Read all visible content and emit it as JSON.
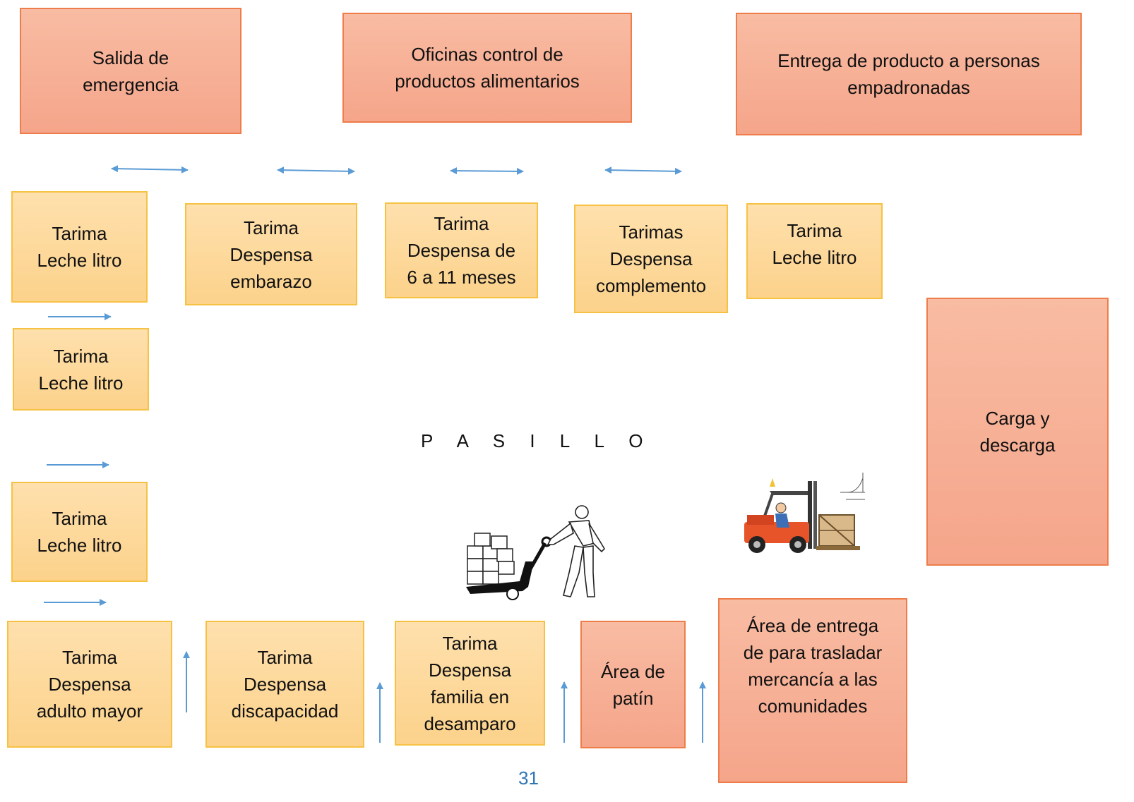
{
  "boxes": {
    "salida": [
      "Salida de",
      "emergencia"
    ],
    "oficinas": [
      "Oficinas control de",
      "productos alimentarios"
    ],
    "entrega": [
      "Entrega de producto a personas",
      "empadronadas"
    ],
    "carga": [
      "Carga y",
      "descarga"
    ],
    "leche_1": [
      "Tarima",
      "Leche litro"
    ],
    "embarazo": [
      "Tarima",
      "Despensa",
      "embarazo"
    ],
    "meses": [
      "Tarima",
      "Despensa de",
      "6 a 11 meses"
    ],
    "complemento": [
      "Tarimas",
      "Despensa",
      "complemento"
    ],
    "leche_2": [
      "Tarima",
      "Leche litro"
    ],
    "leche_3": [
      "Tarima",
      "Leche litro"
    ],
    "leche_4": [
      "Tarima",
      "Leche litro"
    ],
    "adulto": [
      "Tarima",
      "Despensa",
      "adulto mayor"
    ],
    "discapacidad": [
      "Tarima",
      "Despensa",
      "discapacidad"
    ],
    "familia": [
      "Tarima",
      "Despensa",
      "familia en",
      "desamparo"
    ],
    "patin": [
      "Área de",
      "patín"
    ],
    "comunidades": [
      "Área de entrega",
      "de para trasladar",
      "mercancía a las",
      "comunidades"
    ]
  },
  "corridor_label": "P A S I L L O",
  "page_number": "31",
  "colors": {
    "orange_fill": "#f5a58a",
    "orange_border": "#ee7d4b",
    "yellow_fill": "#fcd28b",
    "yellow_border": "#f7c244",
    "arrow": "#5b9bd5",
    "page_number": "#2e75b6"
  },
  "icons": [
    "forklift-icon",
    "pallet-jack-worker-icon"
  ]
}
